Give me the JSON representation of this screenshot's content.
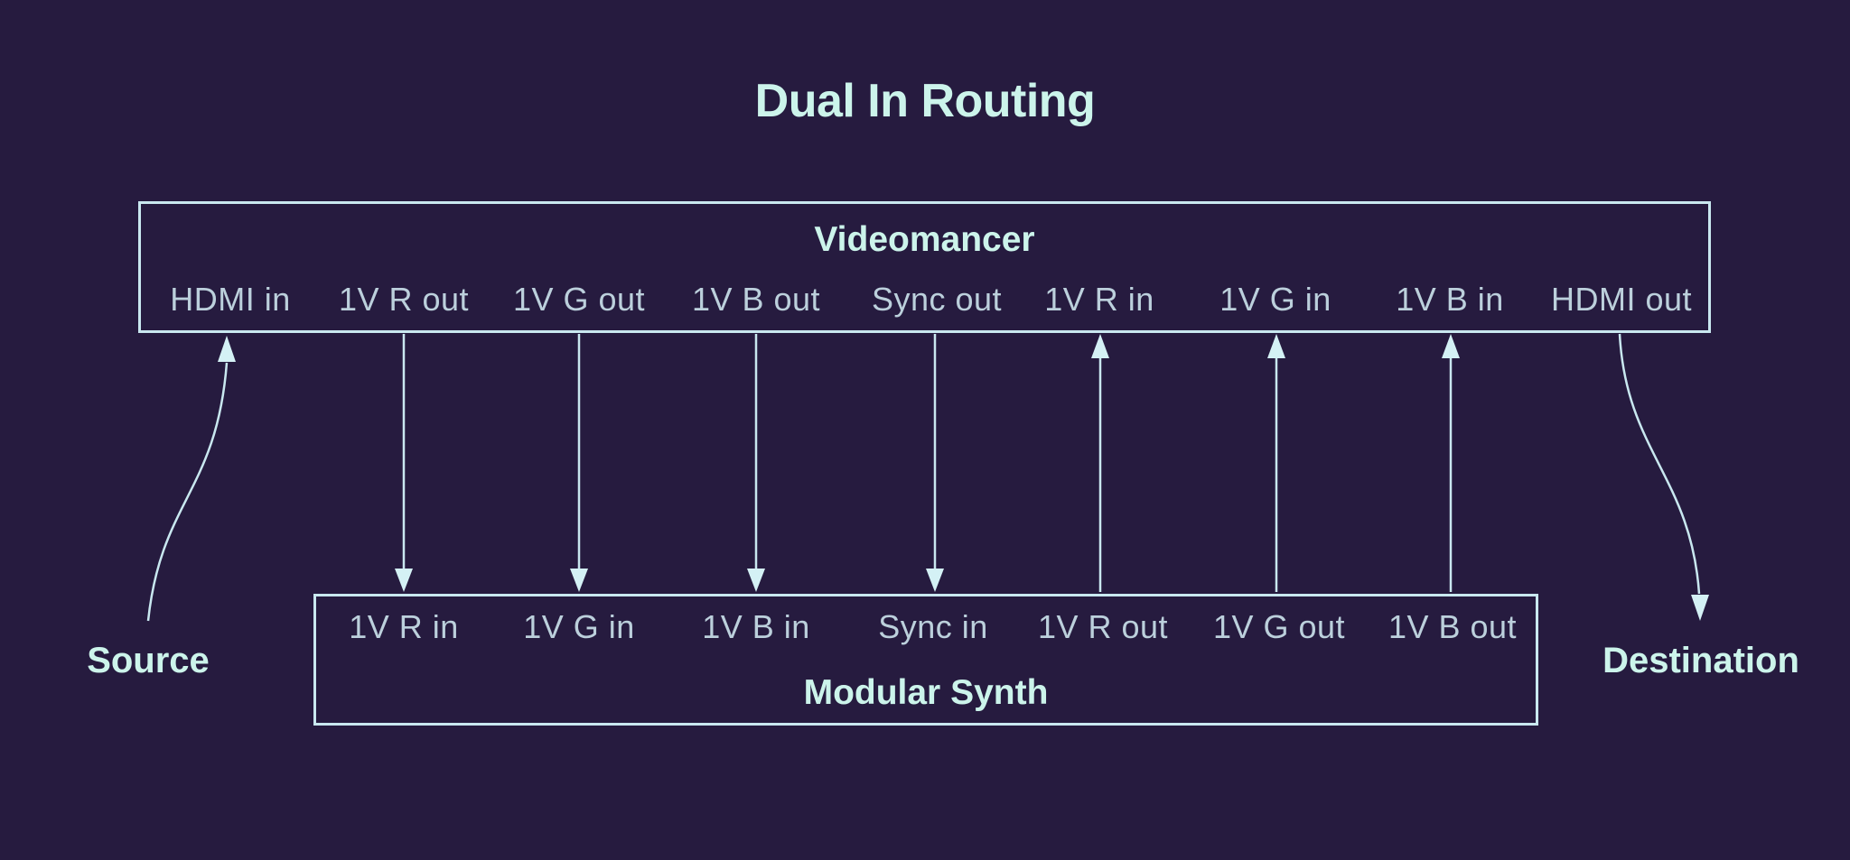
{
  "title": "Dual In Routing",
  "colors": {
    "background": "#261b3f",
    "wire": "#c9e8f0",
    "heading_text": "#ccf4eb",
    "port_text": "#c9dfe9"
  },
  "boxes": {
    "videomancer": {
      "name": "Videomancer",
      "ports": [
        "HDMI in",
        "1V R out",
        "1V G out",
        "1V B out",
        "Sync out",
        "1V R in",
        "1V G in",
        "1V B in",
        "HDMI out"
      ]
    },
    "modular_synth": {
      "name": "Modular Synth",
      "ports": [
        "1V R in",
        "1V G in",
        "1V B in",
        "Sync in",
        "1V R out",
        "1V G out",
        "1V B out"
      ]
    }
  },
  "endpoints": {
    "source": "Source",
    "destination": "Destination"
  },
  "connections": [
    {
      "from": "Source",
      "to": "Videomancer HDMI in",
      "style": "curved"
    },
    {
      "from": "Videomancer 1V R out",
      "to": "Modular Synth 1V R in",
      "style": "straight-down"
    },
    {
      "from": "Videomancer 1V G out",
      "to": "Modular Synth 1V G in",
      "style": "straight-down"
    },
    {
      "from": "Videomancer 1V B out",
      "to": "Modular Synth 1V B in",
      "style": "straight-down"
    },
    {
      "from": "Videomancer Sync out",
      "to": "Modular Synth Sync in",
      "style": "straight-down"
    },
    {
      "from": "Modular Synth 1V R out",
      "to": "Videomancer 1V R in",
      "style": "straight-up"
    },
    {
      "from": "Modular Synth 1V G out",
      "to": "Videomancer 1V G in",
      "style": "straight-up"
    },
    {
      "from": "Modular Synth 1V B out",
      "to": "Videomancer 1V B in",
      "style": "straight-up"
    },
    {
      "from": "Videomancer HDMI out",
      "to": "Destination",
      "style": "curved"
    }
  ]
}
